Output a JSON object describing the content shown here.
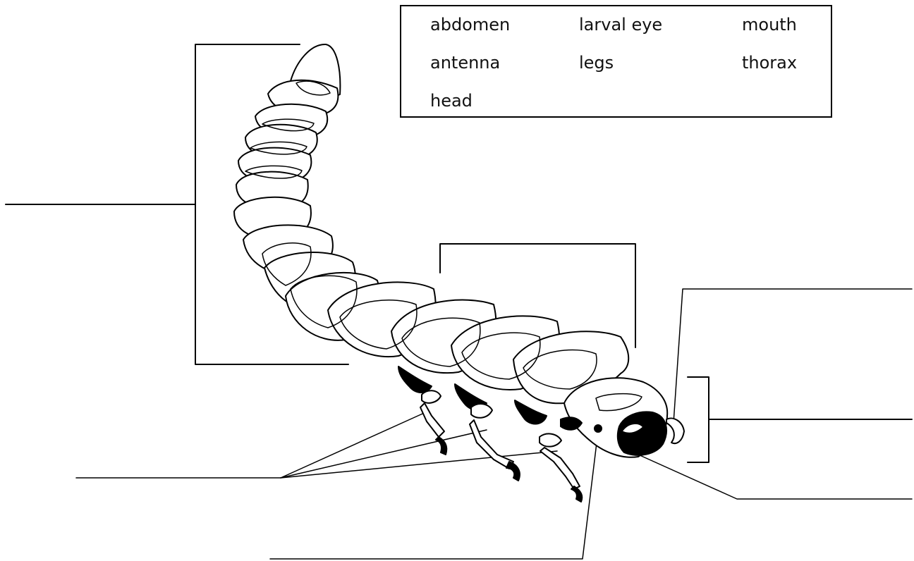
{
  "word_bank": {
    "title": "",
    "words": [
      "abdomen",
      "larval eye",
      "mouth",
      "antenna",
      "legs",
      "thorax",
      "head"
    ]
  },
  "diagram": {
    "subject": "larva",
    "answer_lines": [
      "abdomen-line",
      "thorax-line",
      "legs-line",
      "larval-eye-line",
      "antenna-line",
      "head-line",
      "mouth-line"
    ],
    "colors": {
      "ink": "#000000",
      "paper": "#ffffff",
      "segment_fill": "#ffffff",
      "dark_parts": "#000000"
    }
  }
}
